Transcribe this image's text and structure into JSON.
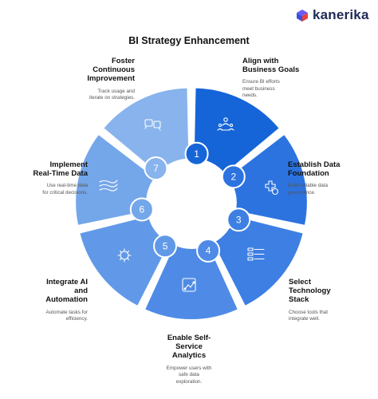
{
  "brand": {
    "name": "kanerika",
    "logo_icon": "cube-logo-icon"
  },
  "title": "BI Strategy Enhancement",
  "steps": [
    {
      "num": "1",
      "head": [
        "Align with",
        "Business Goals"
      ],
      "desc": [
        "Ensure BI efforts",
        "meet business",
        "needs."
      ],
      "icon": "people-meeting-icon",
      "color": "#1565d8"
    },
    {
      "num": "2",
      "head": [
        "Establish Data",
        "Foundation"
      ],
      "desc": [
        "Build reliable data",
        "governance."
      ],
      "icon": "medical-plus-icon",
      "color": "#2c73e0"
    },
    {
      "num": "3",
      "head": [
        "Select",
        "Technology",
        "Stack"
      ],
      "desc": [
        "Choose tools that",
        "integrate well."
      ],
      "icon": "stack-list-icon",
      "color": "#3d7fe3"
    },
    {
      "num": "4",
      "head": [
        "Enable Self-",
        "Service",
        "Analytics"
      ],
      "desc": [
        "Empower users with",
        "safe data",
        "exploration."
      ],
      "icon": "analytics-chart-icon",
      "color": "#4f8be6"
    },
    {
      "num": "5",
      "head": [
        "Integrate AI",
        "and",
        "Automation"
      ],
      "desc": [
        "Automate tasks for",
        "efficiency."
      ],
      "icon": "ai-gear-icon",
      "color": "#6199e8"
    },
    {
      "num": "6",
      "head": [
        "Implement",
        "Real-Time Data"
      ],
      "desc": [
        "Use real-time data",
        "for critical decisions."
      ],
      "icon": "wind-stream-icon",
      "color": "#74a6ea"
    },
    {
      "num": "7",
      "head": [
        "Foster",
        "Continuous",
        "Improvement"
      ],
      "desc": [
        "Track usage and",
        "iterate on strategies."
      ],
      "icon": "chat-feedback-icon",
      "color": "#88b3ed"
    }
  ]
}
